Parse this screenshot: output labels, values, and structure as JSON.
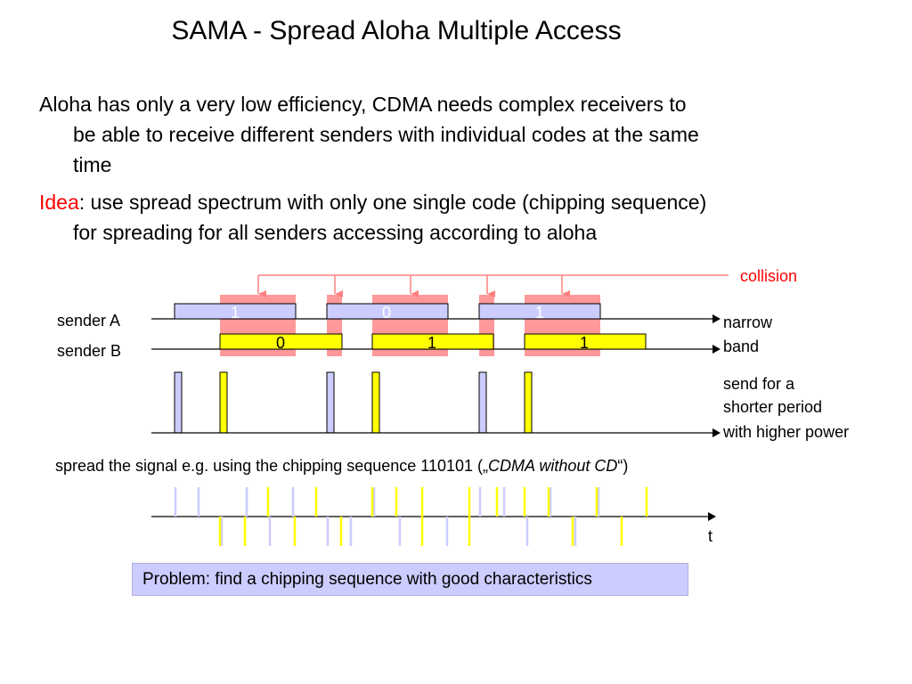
{
  "title": "SAMA - Spread Aloha Multiple Access",
  "para1": {
    "line1": "Aloha has only a very low efficiency, CDMA needs complex receivers to",
    "line2": "be able to receive different senders with individual codes at the same",
    "line3": "time"
  },
  "para2": {
    "idea": "Idea",
    "rest1": ": use spread spectrum with only one single code (chipping sequence)",
    "line2": "for spreading for all senders accessing according to aloha"
  },
  "diagram": {
    "collision_label": "collision",
    "sender_a_label": "sender A",
    "sender_b_label": "sender B",
    "narrow_band_line1": "narrow",
    "narrow_band_line2": "band",
    "send_shorter_line1": "send for a",
    "send_shorter_line2": "shorter period",
    "send_shorter_line3": "with higher power",
    "time_label": "t",
    "sender_a_bits": [
      "1",
      "0",
      "1"
    ],
    "sender_b_bits": [
      "0",
      "1",
      "1"
    ],
    "colors": {
      "sender_a": "#ccccff",
      "sender_b": "#ffff00",
      "collision": "#ff9999",
      "collision_arrow": "#ff8080"
    }
  },
  "caption": {
    "prefix": "spread the signal e.g. using the chipping sequence 110101 („",
    "italic": "CDMA without CD",
    "suffix": "“)"
  },
  "problem": "Problem: find a chipping sequence with good characteristics"
}
